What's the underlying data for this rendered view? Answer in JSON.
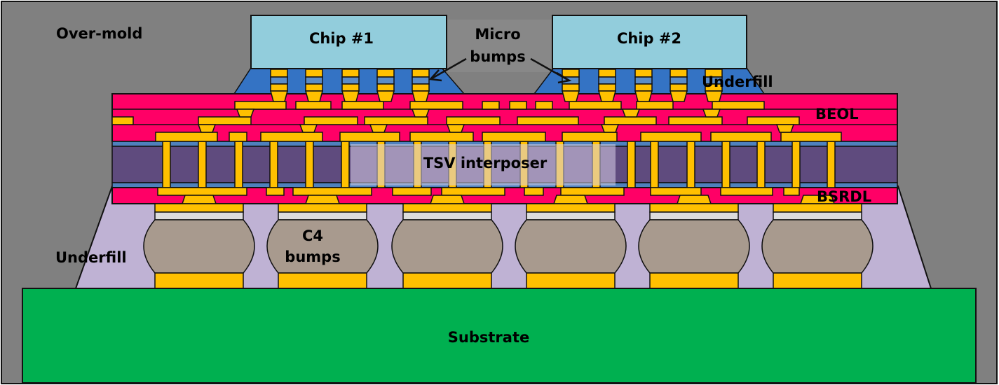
{
  "title": "2.5D TSV interposer package cross-section",
  "colors": {
    "overmold": "#808080",
    "chip": "#92CDDC",
    "chip_underfill": "#3473C4",
    "microbump_cap": "#5B8CC8",
    "metal": "#FFC000",
    "beol": "#FF0066",
    "interposer": "#5F4B7E",
    "liner": "#4F81BD",
    "c4_underfill": "#BFB2D4",
    "c4_solder": "#A89A8E",
    "ubm": "#DCDCDC",
    "substrate": "#00B050",
    "overlay": "#D9D2E8"
  },
  "labels": {
    "overmold": "Over-mold",
    "chip1": "Chip #1",
    "chip2": "Chip #2",
    "microbumps_line1": "Micro",
    "microbumps_line2": "bumps",
    "underfill_top": "Underfill",
    "beol": "BEOL",
    "interposer": "TSV interposer",
    "bsrdl": "BSRDL",
    "underfill_bottom": "Underfill",
    "c4_line1": "C4",
    "c4_line2": "bumps",
    "substrate": "Substrate"
  },
  "counts": {
    "chips": 2,
    "microbumps_per_chip": 5,
    "beol_layers": 3,
    "c4_bumps": 6
  }
}
